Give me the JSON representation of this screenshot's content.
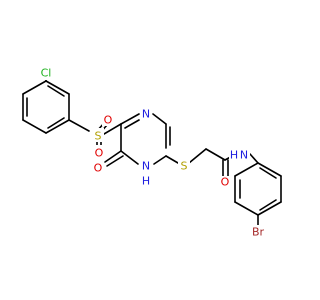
{
  "structure": {
    "atom_labels": {
      "chlorine": "Cl",
      "sulfur_sulfonyl": "S",
      "oxygen_sulfonyl_left": "O",
      "oxygen_sulfonyl_bottom": "O",
      "nitrogen_ring_top": "N",
      "nitrogen_ring_nh": "N",
      "hydrogen_ring_nh": "H",
      "oxygen_carbonyl_ring": "O",
      "sulfur_thioether": "S",
      "oxygen_amide": "O",
      "nitrogen_amide": "N",
      "hydrogen_amide": "H",
      "bromine": "Br"
    },
    "colors": {
      "bond": "#000000",
      "chlorine": "#1fb21f",
      "sulfur": "#b2a000",
      "oxygen": "#e00000",
      "nitrogen": "#1f1fe0",
      "bromine": "#a52a2a"
    }
  }
}
